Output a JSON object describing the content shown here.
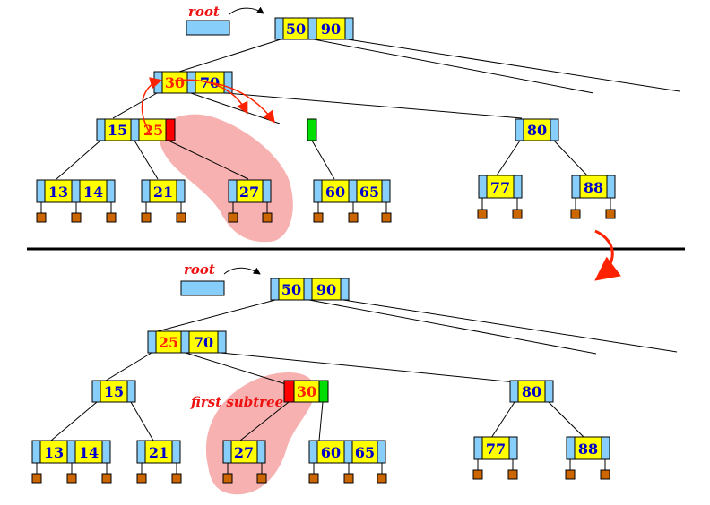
{
  "labels": {
    "root": "root",
    "first_subtree": "first subtree"
  },
  "colors": {
    "ptr": "#87cefa",
    "key": "#ffff00",
    "key_text": "#0000cc",
    "key_text_hl": "#ff2200",
    "red_ptr": "#ff0000",
    "green_ptr": "#00dd00",
    "leaf": "#cc6600",
    "highlight": "#f7a3a3",
    "arrow_red": "#ff2200"
  },
  "top": {
    "root_node": [
      "50",
      "90"
    ],
    "internal_left": [
      "30",
      "70"
    ],
    "level2": {
      "a": [
        "15",
        "25"
      ],
      "b": [
        "80"
      ]
    },
    "leaves": [
      [
        "13",
        "14"
      ],
      [
        "21"
      ],
      [
        "27"
      ],
      [
        "60",
        "65"
      ],
      [
        "77"
      ],
      [
        "88"
      ]
    ]
  },
  "bottom": {
    "root_node": [
      "50",
      "90"
    ],
    "internal_left": [
      "25",
      "70"
    ],
    "level2": {
      "a": [
        "15"
      ],
      "moved": [
        "30"
      ],
      "b": [
        "80"
      ]
    },
    "leaves": [
      [
        "13",
        "14"
      ],
      [
        "21"
      ],
      [
        "27"
      ],
      [
        "60",
        "65"
      ],
      [
        "77"
      ],
      [
        "88"
      ]
    ]
  }
}
